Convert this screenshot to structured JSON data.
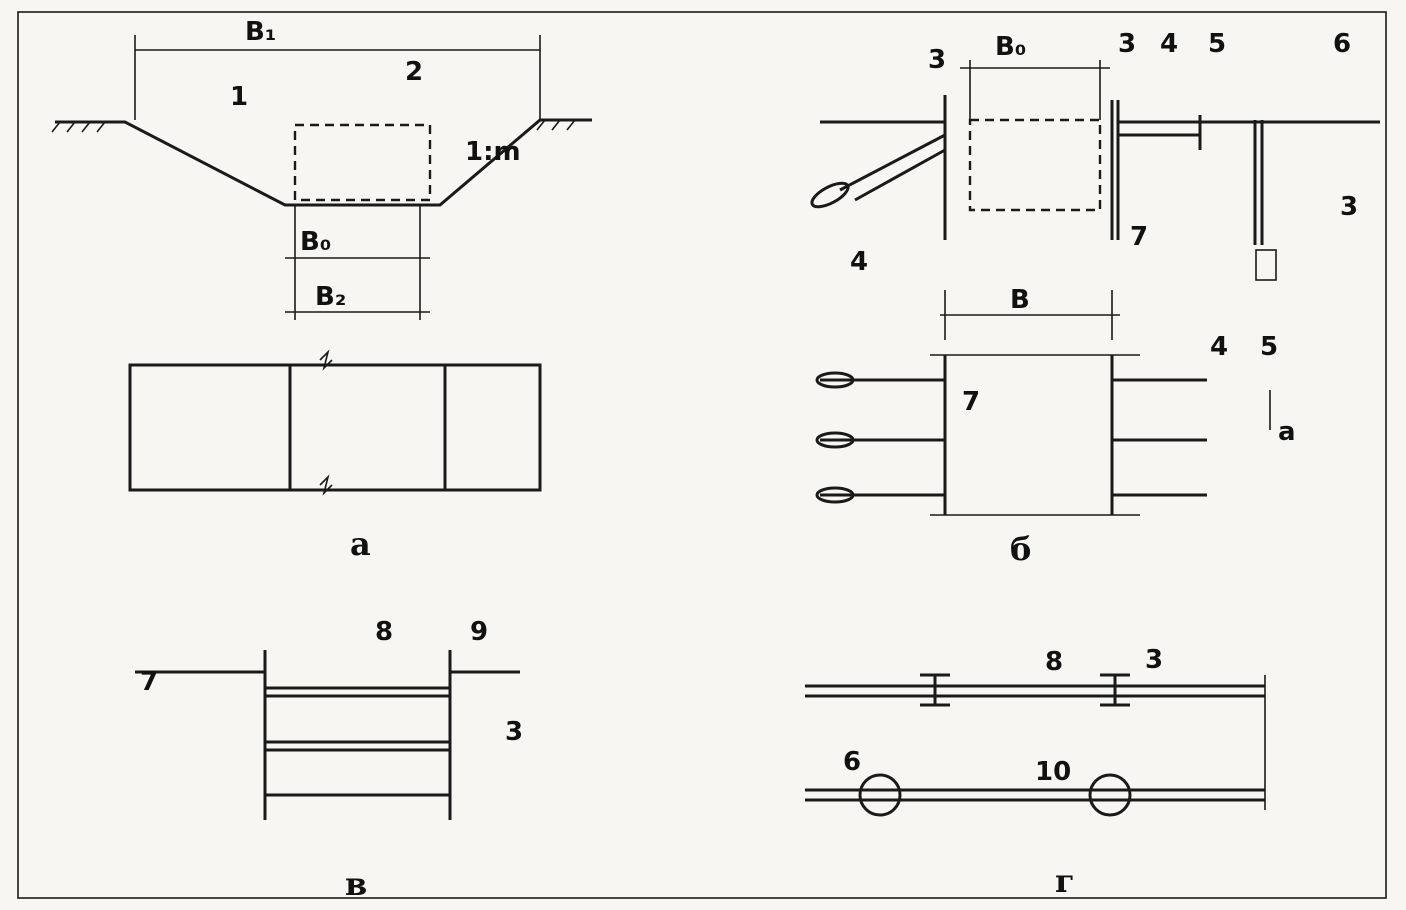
{
  "panel_a": {
    "caption": "а",
    "b1": "B₁",
    "label_1": "1",
    "label_2": "2",
    "slope": "1:m",
    "b0": "B₀",
    "b2": "B₂"
  },
  "panel_b": {
    "caption": "б",
    "label_3a": "3",
    "b0": "B₀",
    "label_3b": "3",
    "label_4a": "4",
    "label_5a": "5",
    "label_6": "6",
    "label_3c": "3",
    "label_4b": "4",
    "label_7a": "7",
    "b": "B",
    "label_4c": "4",
    "label_5b": "5",
    "label_7b": "7",
    "a": "a"
  },
  "panel_v": {
    "caption": "в",
    "label_8": "8",
    "label_9": "9",
    "label_3": "3",
    "label_7": "7"
  },
  "panel_g": {
    "caption": "г",
    "label_8": "8",
    "label_3": "3",
    "label_6": "6",
    "label_10": "10"
  }
}
